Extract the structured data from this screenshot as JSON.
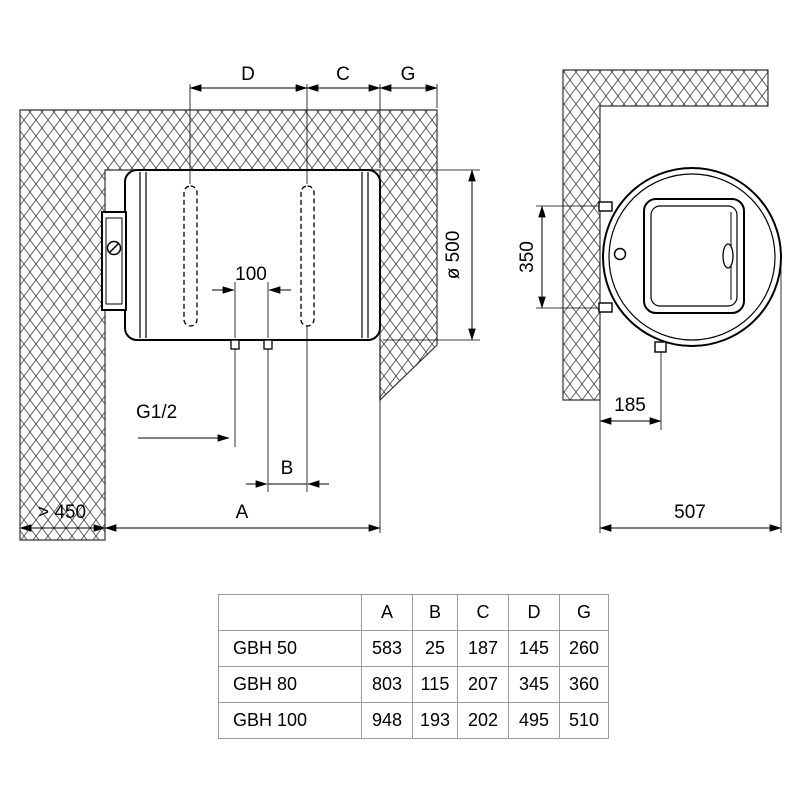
{
  "drawing": {
    "front_view": {
      "dim_d_label": "D",
      "dim_c_label": "C",
      "dim_g_label": "G",
      "diameter_label": "ø 500",
      "pipe_spacing_label": "100",
      "thread_label": "G1/2",
      "dim_b_label": "B",
      "wall_clearance_label": "> 450",
      "dim_a_label": "A"
    },
    "side_view": {
      "bracket_spacing_label": "350",
      "outlet_offset_label": "185",
      "depth_label": "507"
    }
  },
  "table": {
    "headers": [
      "A",
      "B",
      "C",
      "D",
      "G"
    ],
    "rows": [
      {
        "model": "GBH 50",
        "values": [
          "583",
          "25",
          "187",
          "145",
          "260"
        ]
      },
      {
        "model": "GBH 80",
        "values": [
          "803",
          "115",
          "207",
          "345",
          "360"
        ]
      },
      {
        "model": "GBH 100",
        "values": [
          "948",
          "193",
          "202",
          "495",
          "510"
        ]
      }
    ]
  }
}
